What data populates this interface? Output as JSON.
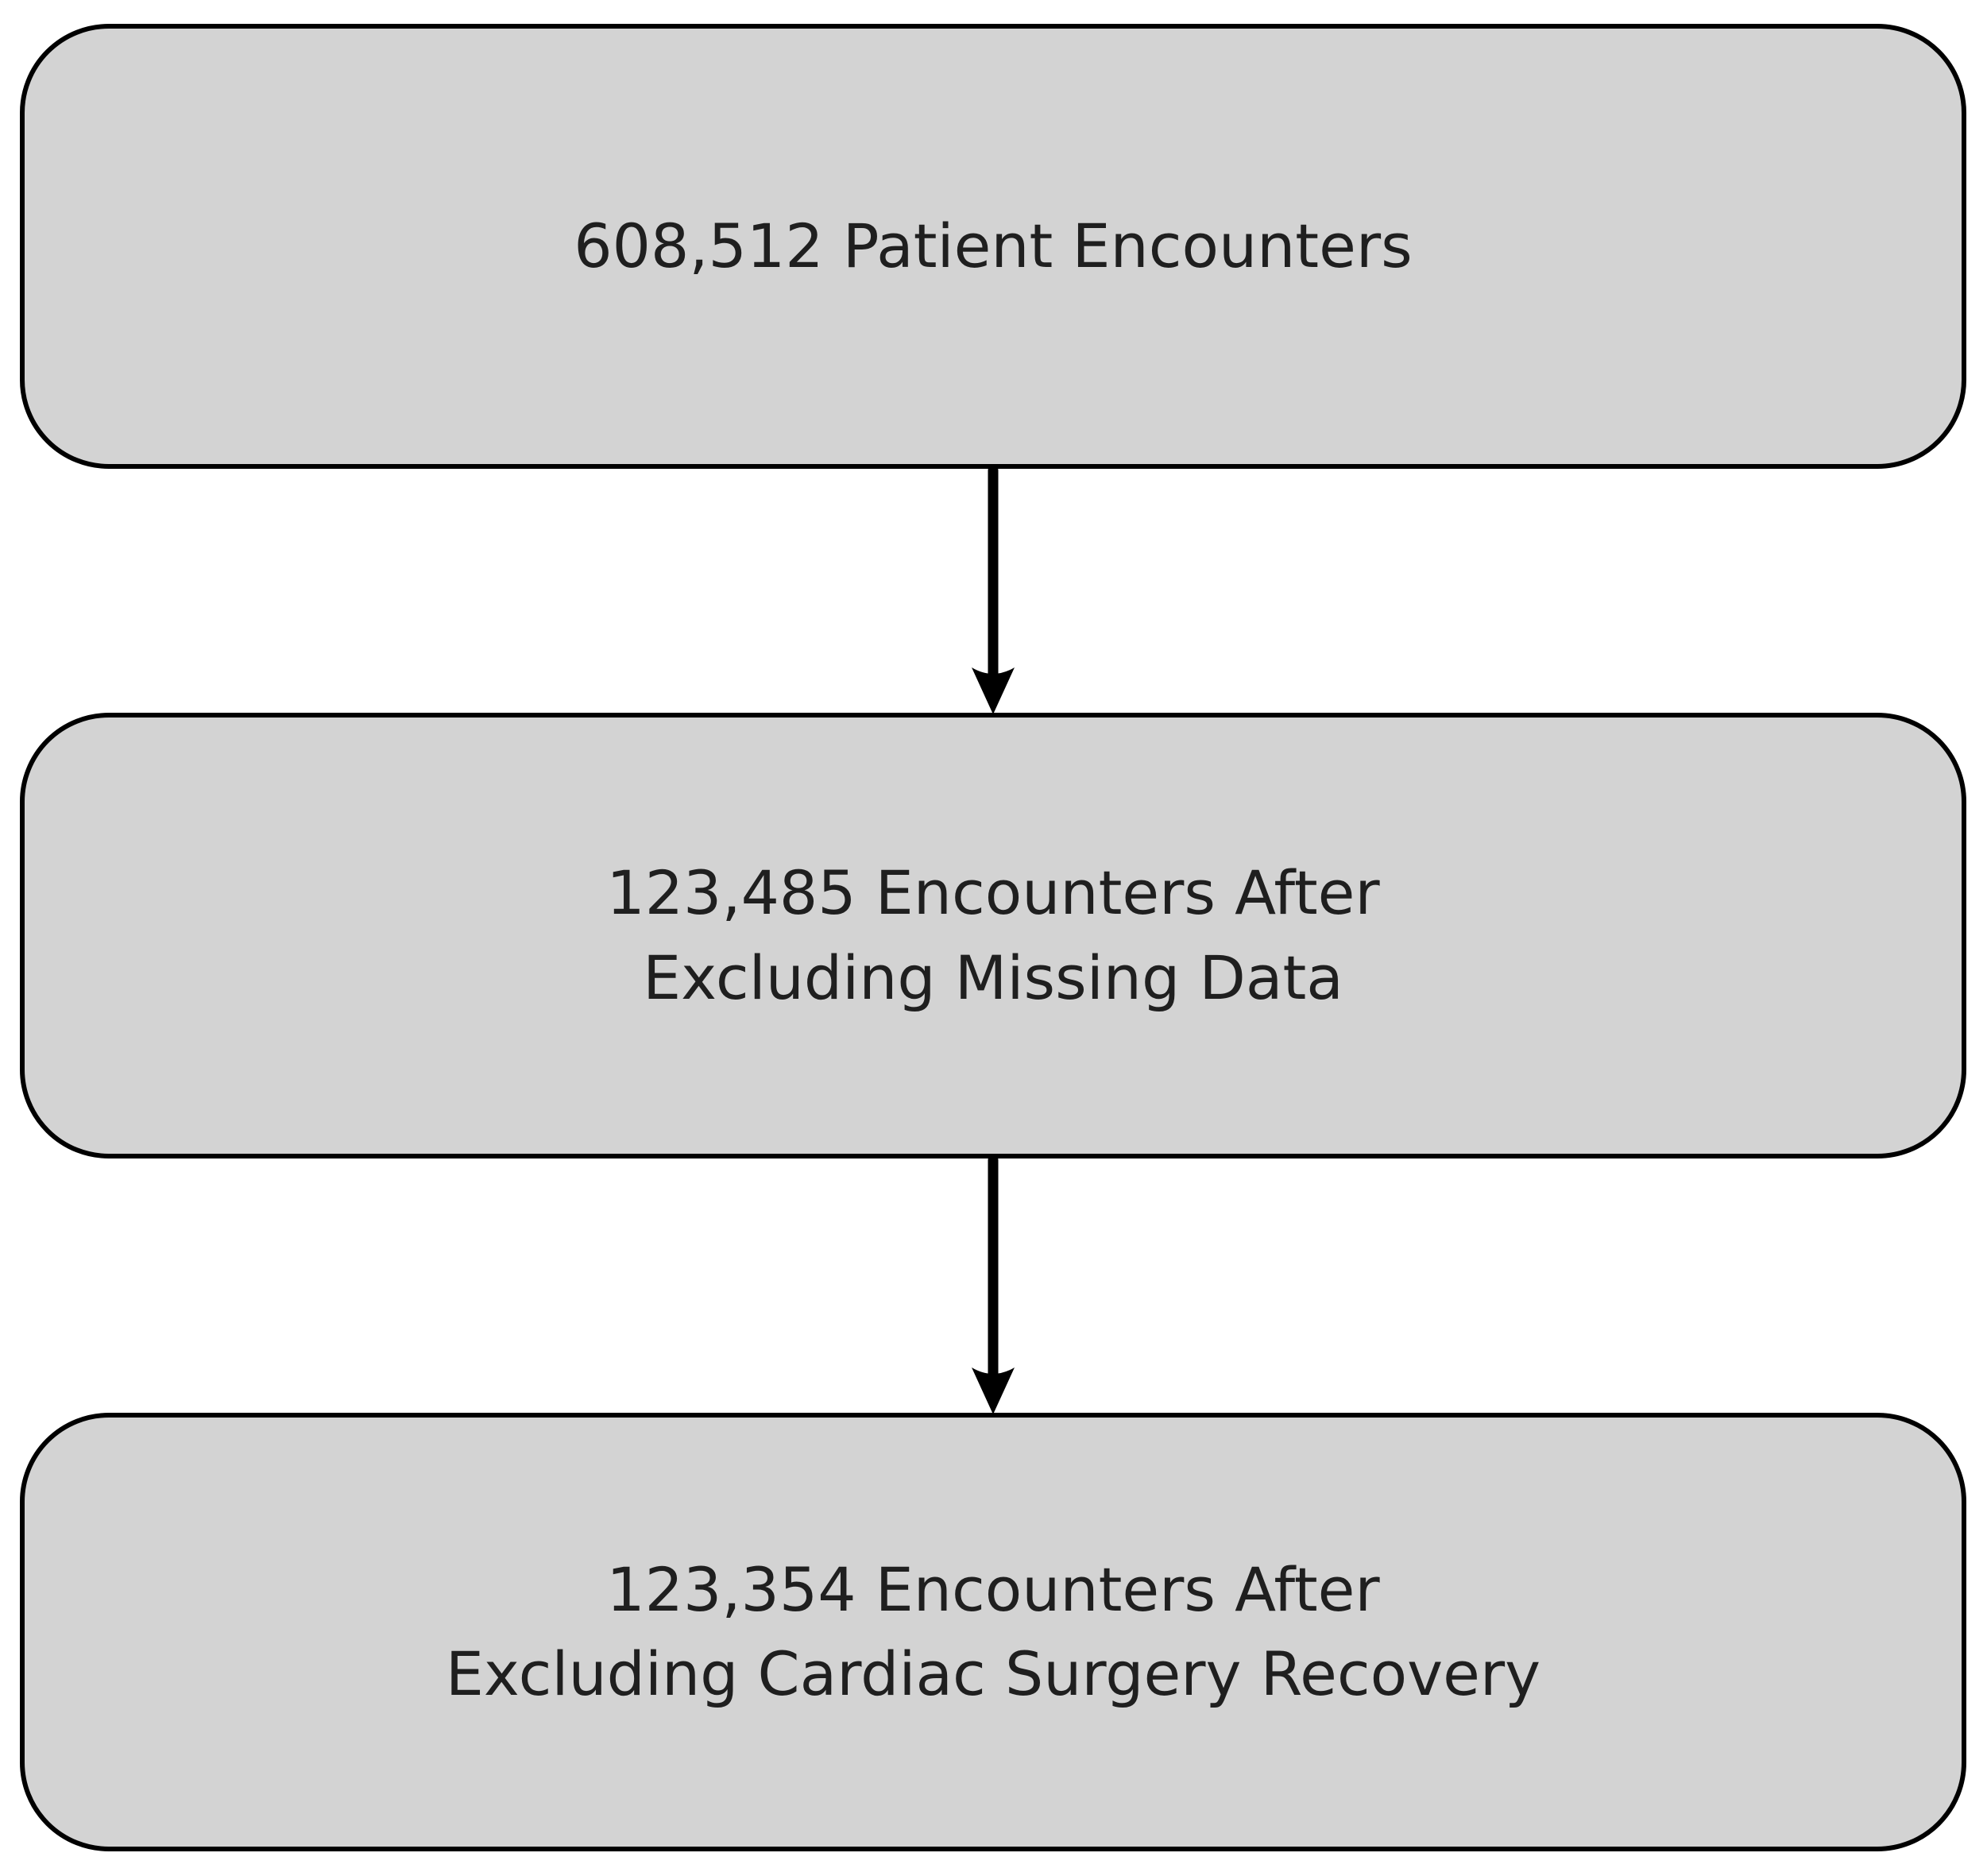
{
  "diagram": {
    "type": "flowchart",
    "background_color": "#ffffff",
    "box_fill_color": "#d3d3d3",
    "box_border_color": "#000000",
    "arrow_color": "#000000",
    "text_color": "#1f1f1f",
    "boxes": [
      {
        "name": "patient-encounters",
        "lines": [
          "608,512 Patient Encounters"
        ]
      },
      {
        "name": "encounters-after-excluding-missing-data",
        "lines": [
          "123,485 Encounters After",
          "Excluding Missing Data"
        ]
      },
      {
        "name": "encounters-after-excluding-cardiac-surgery-recovery",
        "lines": [
          "123,354 Encounters After",
          "Excluding Cardiac Surgery Recovery"
        ]
      }
    ],
    "connectors": [
      {
        "from": 0,
        "to": 1
      },
      {
        "from": 1,
        "to": 2
      }
    ]
  }
}
